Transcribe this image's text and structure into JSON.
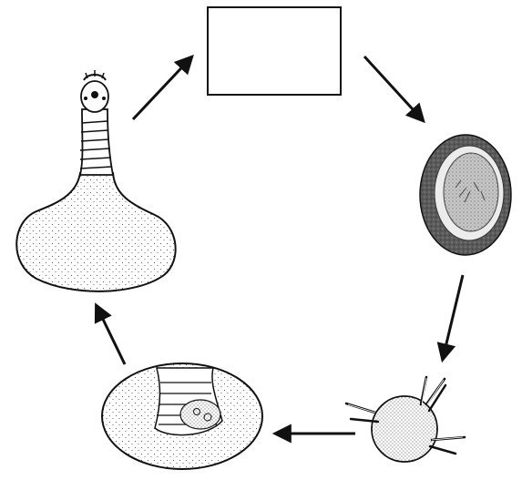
{
  "diagram": {
    "colors": {
      "ink": "#111111",
      "background": "#ffffff",
      "egg_shell": "#6e6e6e",
      "egg_ring": "#e6e6e6",
      "egg_core": "#bdbdbd"
    },
    "stages": [
      {
        "icon": "blank-box",
        "answer_text": ""
      },
      {
        "icon": "egg-icon"
      },
      {
        "icon": "hexacanth-embryo-icon"
      },
      {
        "icon": "cysticercus-cyst-icon"
      },
      {
        "icon": "scolex-evaginated-icon"
      }
    ],
    "arrows": [
      {
        "from": "blank-box",
        "to": "egg-icon"
      },
      {
        "from": "egg-icon",
        "to": "hexacanth-embryo-icon"
      },
      {
        "from": "hexacanth-embryo-icon",
        "to": "cysticercus-cyst-icon"
      },
      {
        "from": "cysticercus-cyst-icon",
        "to": "scolex-evaginated-icon"
      },
      {
        "from": "scolex-evaginated-icon",
        "to": "blank-box"
      }
    ]
  }
}
